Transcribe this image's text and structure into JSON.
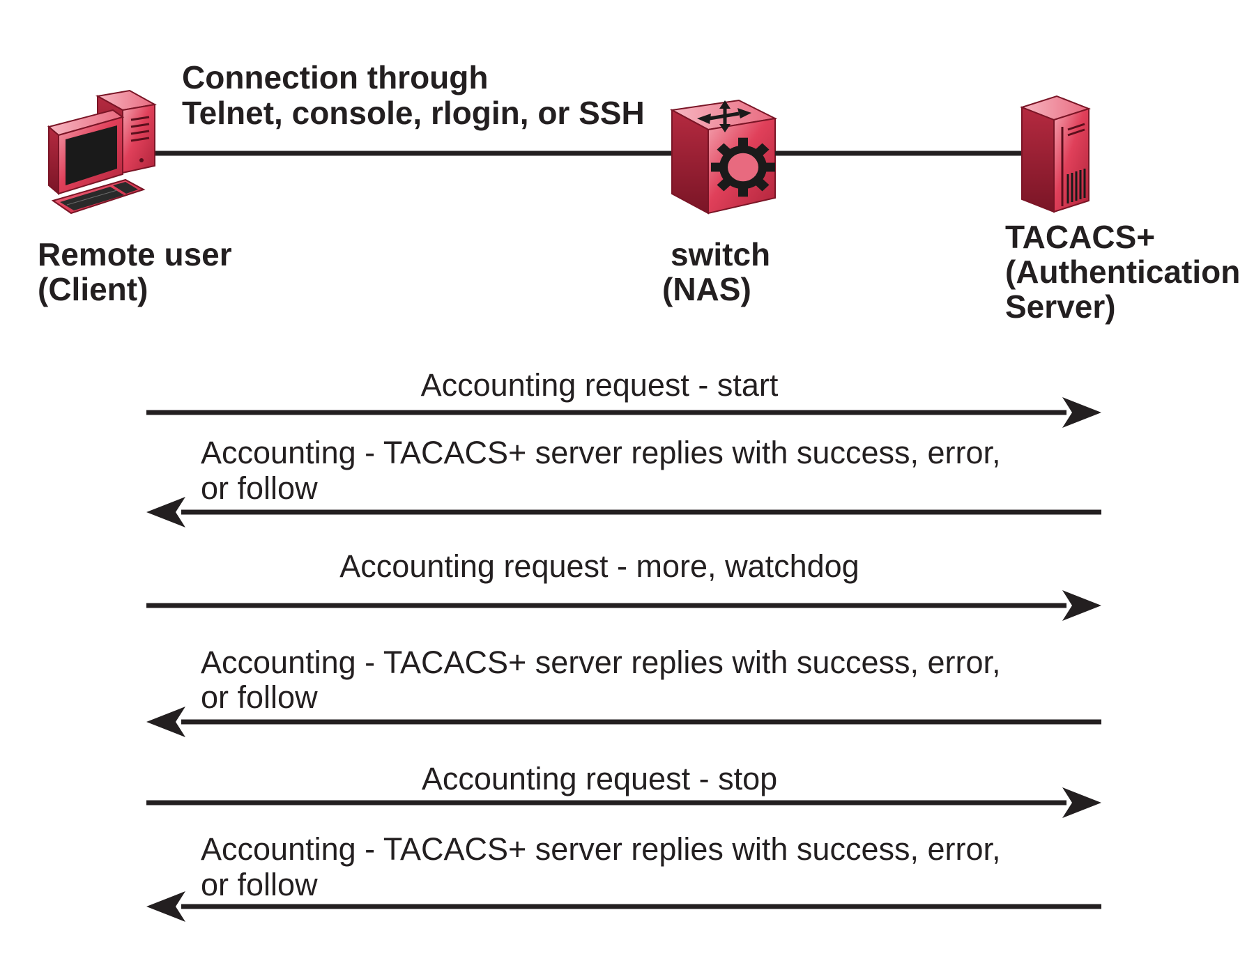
{
  "connection": {
    "line1": "Connection through",
    "line2": "Telnet, console, rlogin, or SSH"
  },
  "nodes": {
    "client": {
      "line1": "Remote user",
      "line2": "(Client)",
      "icon": "computer-icon"
    },
    "nas": {
      "line1": "switch",
      "line2": "(NAS)",
      "icon": "switch-icon"
    },
    "server": {
      "line1": "TACACS+",
      "line2": "(Authentication",
      "line3": "Server)",
      "icon": "server-icon"
    }
  },
  "messages": [
    {
      "direction": "right",
      "lines": [
        "Accounting request - start"
      ]
    },
    {
      "direction": "left",
      "lines": [
        "Accounting - TACACS+ server replies with success, error,",
        "or follow"
      ]
    },
    {
      "direction": "right",
      "lines": [
        "Accounting request - more, watchdog"
      ]
    },
    {
      "direction": "left",
      "lines": [
        "Accounting - TACACS+ server replies with success, error,",
        "or follow"
      ]
    },
    {
      "direction": "right",
      "lines": [
        "Accounting request - stop"
      ]
    },
    {
      "direction": "left",
      "lines": [
        "Accounting - TACACS+ server replies with success, error,",
        "or follow"
      ]
    }
  ],
  "colors": {
    "device_red": "#e0405a",
    "device_dark": "#8a1e30",
    "ink": "#231f20"
  }
}
